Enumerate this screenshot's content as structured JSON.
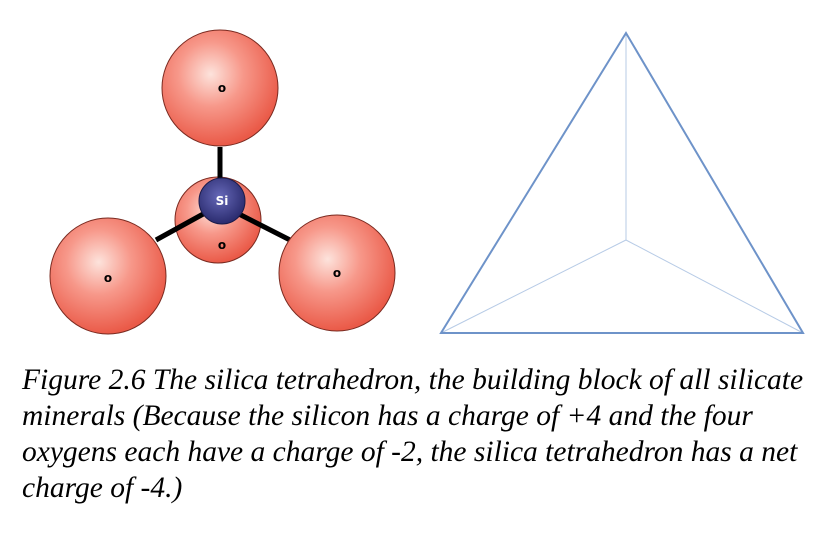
{
  "molecule": {
    "center_label": "Si",
    "oxygen_labels": [
      "o",
      "o",
      "o",
      "o"
    ]
  },
  "caption": "Figure 2.6 The silica tetrahedron, the building block of all silicate minerals (Because the silicon has a charge of +4 and the four oxygens each have a charge of -2, the silica tetrahedron has a net charge of -4.)",
  "colors": {
    "oxygen_fill": "#f26b5a",
    "oxygen_highlight": "#fbd0c8",
    "oxygen_stroke": "#7a2a20",
    "silicon_fill": "#34357e",
    "bond": "#000000",
    "tetrahedron_edge": "#6e93c9",
    "tetrahedron_hidden_edge": "#b7cbe6"
  }
}
